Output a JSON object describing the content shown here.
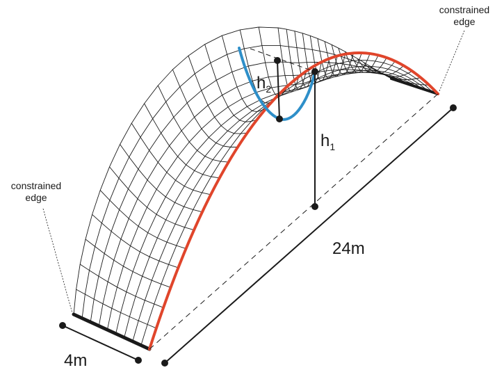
{
  "labels": {
    "constrained_top": [
      "constrained",
      "edge"
    ],
    "constrained_left": [
      "constrained",
      "edge"
    ],
    "span_length": "24m",
    "width": "4m",
    "h1_base": "h",
    "h1_sub": "1",
    "h2_base": "h",
    "h2_sub": "2"
  },
  "colors": {
    "mesh": "#1a1a1a",
    "centerline_arch": "#e0452b",
    "cross_section": "#2e8fc9",
    "dimension": "#1a1a1a"
  }
}
